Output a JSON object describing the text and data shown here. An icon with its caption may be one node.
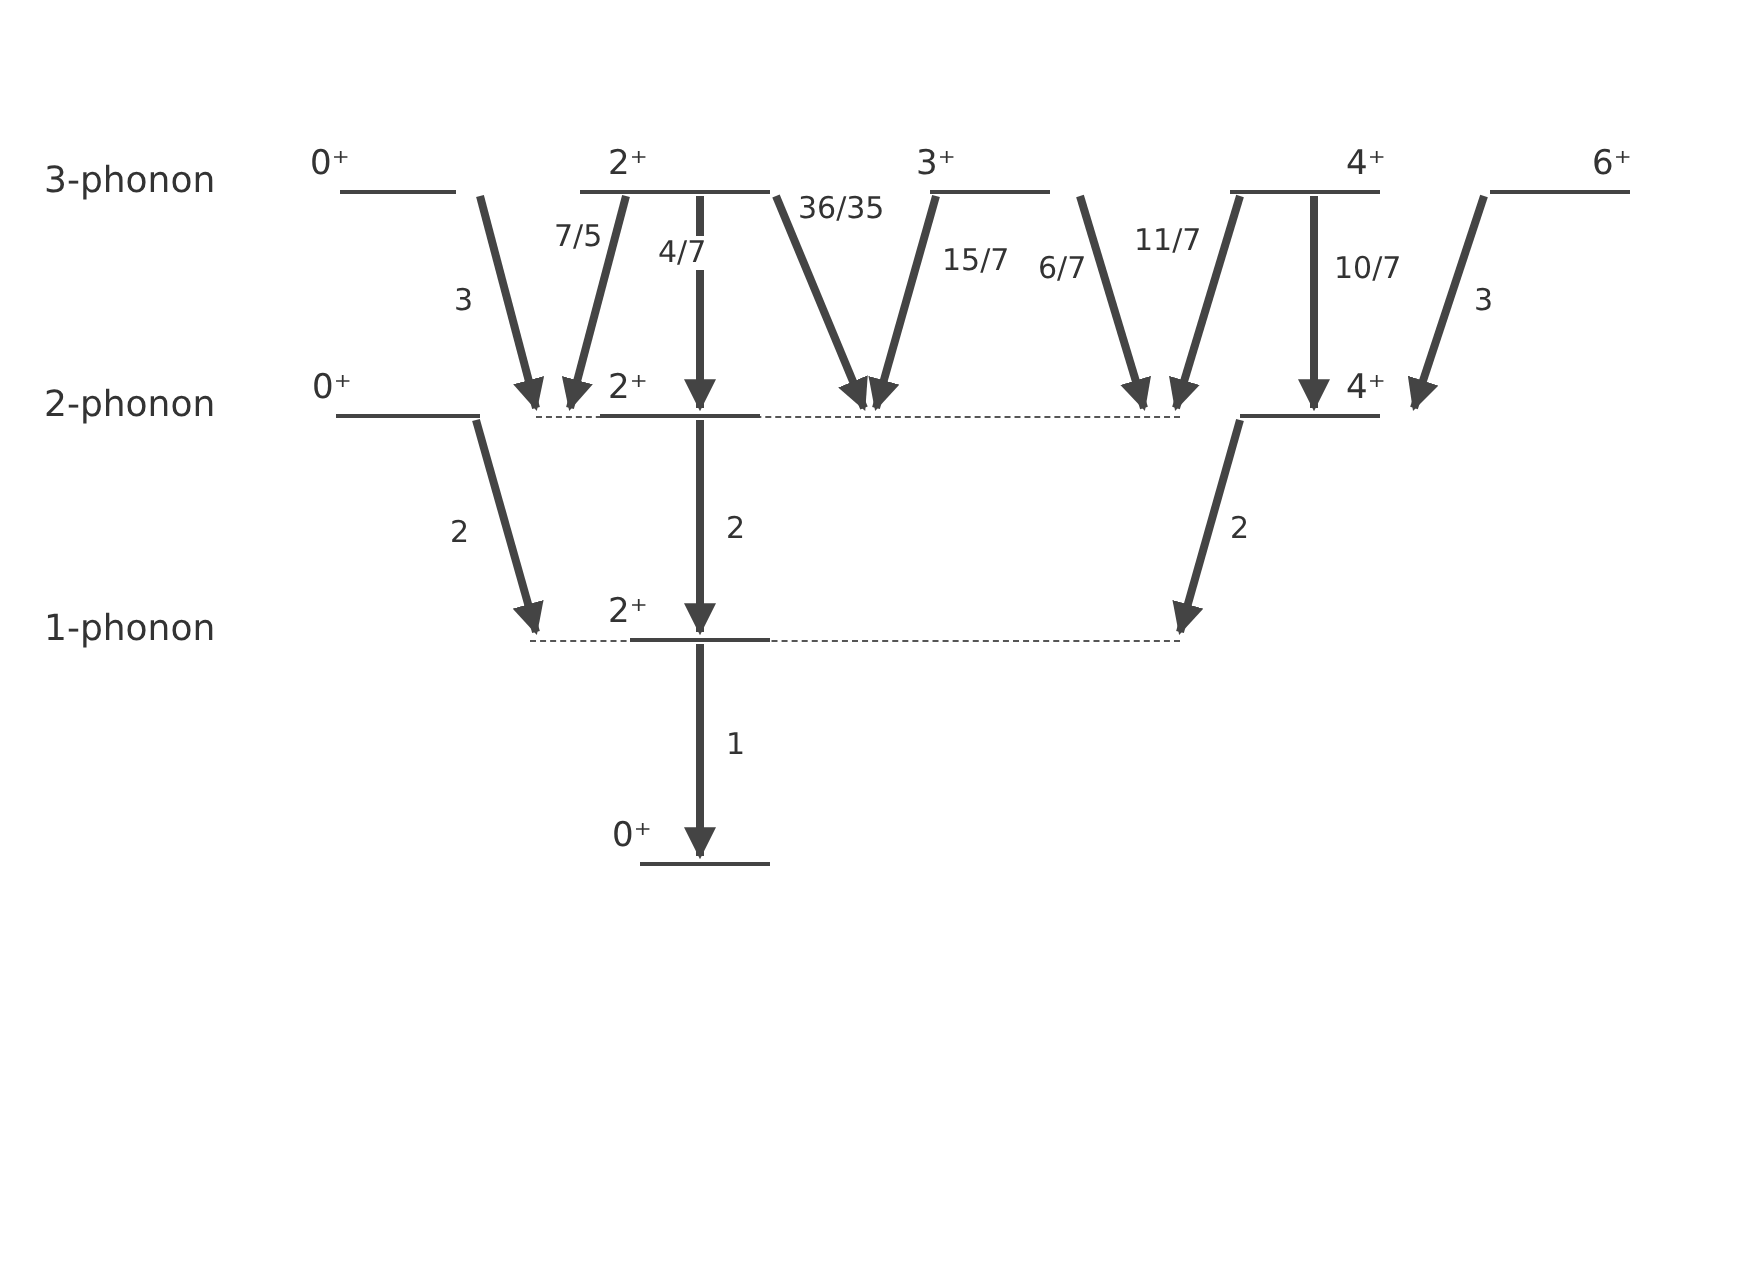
{
  "diagram": {
    "nodes": [
      {
        "text": [
          "0⁺"
        ]
      },
      {
        "text": [
          "2⁺"
        ]
      },
      {
        "text": [
          "3⁺"
        ]
      },
      {
        "text": [
          "4⁺"
        ]
      },
      {
        "text": [
          "6⁺"
        ]
      },
      {
        "text": [
          "0⁺"
        ]
      },
      {
        "text": [
          "2⁺"
        ]
      },
      {
        "text": [
          "4⁺"
        ]
      },
      {
        "text": [
          "2⁺"
        ]
      },
      {
        "text": [
          "0⁺"
        ]
      }
    ],
    "edges": [
      {
        "from": 0,
        "to": 6,
        "arrow": "to",
        "label": "3"
      },
      {
        "from": 1,
        "to": 6,
        "arrow": "to",
        "label": "7/5"
      },
      {
        "from": 1,
        "to": 6,
        "arrow": "to",
        "label": "4/7"
      },
      {
        "from": 1,
        "to": 6,
        "arrow": "to",
        "label": "36/35"
      },
      {
        "from": 2,
        "to": 6,
        "arrow": "to",
        "label": "15/7"
      },
      {
        "from": 2,
        "to": 6,
        "arrow": "to",
        "label": "6/7"
      },
      {
        "from": 3,
        "to": 6,
        "arrow": "to",
        "label": "11/7"
      },
      {
        "from": 3,
        "to": 7,
        "arrow": "to",
        "label": "10/7"
      },
      {
        "from": 4,
        "to": 7,
        "arrow": "to",
        "label": "3"
      },
      {
        "from": 5,
        "to": 8,
        "arrow": "to",
        "label": "2"
      },
      {
        "from": 6,
        "to": 8,
        "arrow": "to",
        "label": "2"
      },
      {
        "from": 7,
        "to": 8,
        "arrow": "to",
        "label": "2"
      },
      {
        "from": 8,
        "to": 9,
        "arrow": "to",
        "label": "1"
      }
    ],
    "labels": [
      "3-phonon",
      "2-phonon",
      "1-phonon"
    ]
  }
}
